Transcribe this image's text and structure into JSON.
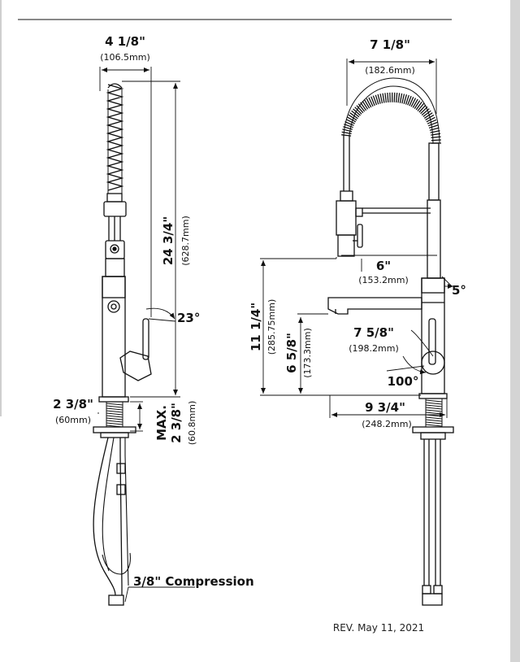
{
  "dimensions": {
    "side_width": {
      "main": "4 1/8\"",
      "sub": "(106.5mm)"
    },
    "side_height": {
      "main": "24 3/4\"",
      "sub": "(628.7mm)"
    },
    "handle_angle": {
      "main": "23°"
    },
    "base_diameter": {
      "main": "2 3/8\"",
      "sub": "(60mm)"
    },
    "max_deck": {
      "main1": "MAX.",
      "main2": "2 3/8\"",
      "sub": "(60.8mm)"
    },
    "connection": {
      "main": "3/8\" Compression"
    },
    "front_width": {
      "main": "7 1/8\"",
      "sub": "(182.6mm)"
    },
    "spout_reach_top": {
      "main": "6\"",
      "sub": "(153.2mm)"
    },
    "spout_angle": {
      "main": "5°"
    },
    "spout_height": {
      "main": "11 1/4\"",
      "sub": "(285.75mm)"
    },
    "spout_clearance": {
      "main": "6 5/8\"",
      "sub": "(173.3mm)"
    },
    "handle_reach": {
      "main": "7 5/8\"",
      "sub": "(198.2mm)"
    },
    "handle_rotation": {
      "main": "100°"
    },
    "spout_reach": {
      "main": "9 3/4\"",
      "sub": "(248.2mm)"
    }
  },
  "revision": "REV. May 11, 2021"
}
